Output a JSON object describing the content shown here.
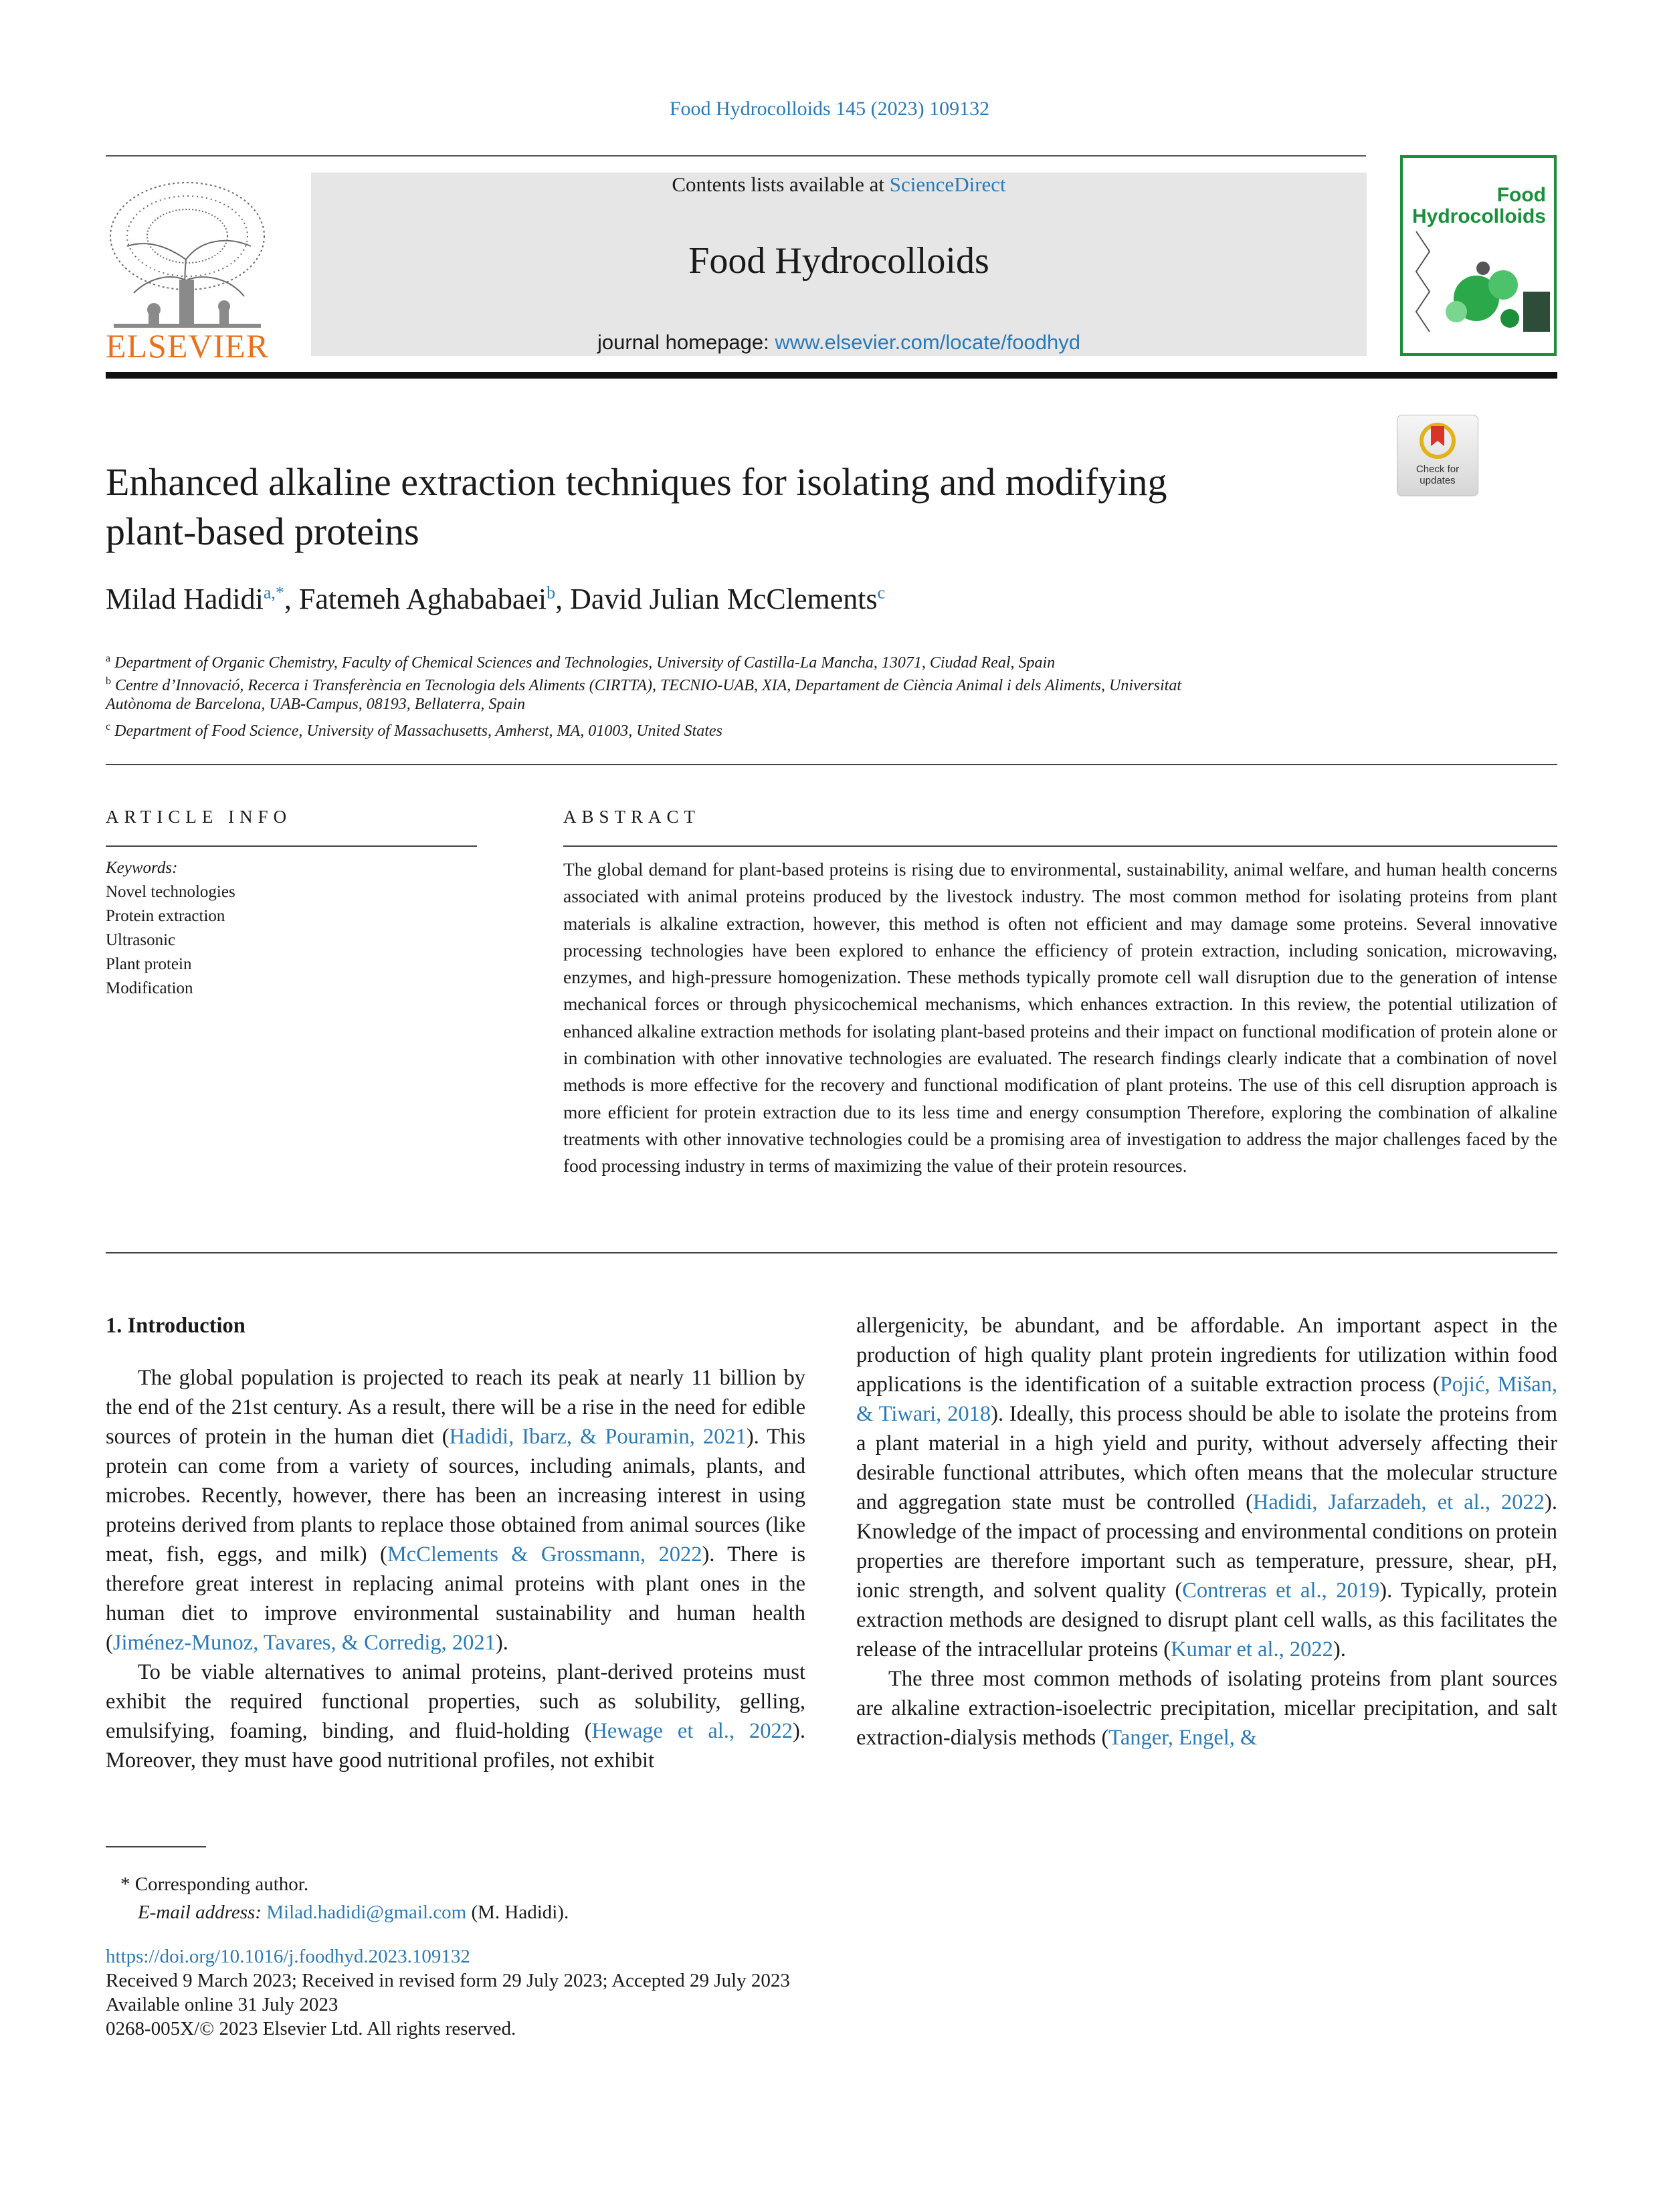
{
  "running_head": "Food Hydrocolloids 145 (2023) 109132",
  "masthead": {
    "contents_prefix": "Contents lists available at",
    "contents_link": "ScienceDirect",
    "journal_title": "Food Hydrocolloids",
    "homepage_prefix": "journal homepage:",
    "homepage_link": "www.elsevier.com/locate/foodhyd",
    "publisher_logo_text": "ELSEVIER",
    "cover_title_line1": "Food",
    "cover_title_line2": "Hydrocolloids",
    "check_updates": "Check for updates"
  },
  "article": {
    "title_line1": "Enhanced alkaline extraction techniques for isolating and modifying",
    "title_line2": "plant-based proteins",
    "authors": [
      {
        "name": "Milad Hadidi",
        "sup": "a,*"
      },
      {
        "name": "Fatemeh Aghababaei",
        "sup": "b"
      },
      {
        "name": "David Julian McClements",
        "sup": "c"
      }
    ],
    "affiliations": [
      {
        "sup": "a",
        "text": "Department of Organic Chemistry, Faculty of Chemical Sciences and Technologies, University of Castilla-La Mancha, 13071, Ciudad Real, Spain"
      },
      {
        "sup": "b",
        "text": "Centre d’Innovació, Recerca i Transferència en Tecnologia dels Aliments (CIRTTA), TECNIO-UAB, XIA, Departament de Ciència Animal i dels Aliments, Universitat"
      },
      {
        "sup": "",
        "text": "Autònoma de Barcelona, UAB-Campus, 08193, Bellaterra, Spain"
      },
      {
        "sup": "c",
        "text": "Department of Food Science, University of Massachusetts, Amherst, MA, 01003, United States"
      }
    ]
  },
  "article_info": {
    "heading": "ARTICLE INFO",
    "keywords_label": "Keywords:",
    "keywords": [
      "Novel technologies",
      "Protein extraction",
      "Ultrasonic",
      "Plant protein",
      "Modification"
    ]
  },
  "abstract": {
    "heading": "ABSTRACT",
    "text": "The global demand for plant-based proteins is rising due to environmental, sustainability, animal welfare, and human health concerns associated with animal proteins produced by the livestock industry. The most common method for isolating proteins from plant materials is alkaline extraction, however, this method is often not efficient and may damage some proteins. Several innovative processing technologies have been explored to enhance the efficiency of protein extraction, including sonication, microwaving, enzymes, and high-pressure homogenization. These methods typically promote cell wall disruption due to the generation of intense mechanical forces or through physicochemical mechanisms, which enhances extraction. In this review, the potential utilization of enhanced alkaline extraction methods for isolating plant-based proteins and their impact on functional modification of protein alone or in combination with other innovative technologies are evaluated. The research findings clearly indicate that a combination of novel methods is more effective for the recovery and functional modification of plant proteins. The use of this cell disruption approach is more efficient for protein extraction due to its less time and energy consumption Therefore, exploring the combination of alkaline treatments with other innovative technologies could be a promising area of investigation to address the major challenges faced by the food processing industry in terms of maximizing the value of their protein resources."
  },
  "body": {
    "intro_heading": "1.  Introduction",
    "p1_a": "The global population is projected to reach its peak at nearly 11 billion by the end of the 21st century. As a result, there will be a rise in the need for edible sources of protein in the human diet (",
    "p1_c1": "Hadidi, Ibarz, & Pouramin, 2021",
    "p1_b": "). This protein can come from a variety of sources, including animals, plants, and microbes. Recently, however, there has been an increasing interest in using proteins derived from plants to replace those obtained from animal sources (like meat, fish, eggs, and milk) (",
    "p1_c2": "McClements & Grossmann, 2022",
    "p1_c": "). There is therefore great interest in replacing animal proteins with plant ones in the human diet to improve environmental sustainability and human health (",
    "p1_c3": "Jiménez-Munoz, Tavares, & Corredig, 2021",
    "p1_d": ").",
    "p2_a": "To be viable alternatives to animal proteins, plant-derived proteins must exhibit the required functional properties, such as solubility, gelling, emulsifying, foaming, binding, and fluid-holding (",
    "p2_c1": "Hewage et al., 2022",
    "p2_b": "). Moreover, they must have good nutritional profiles, not exhibit",
    "r1_a": "allergenicity, be abundant, and be affordable. An important aspect in the production of high quality plant protein ingredients for utilization within food applications is the identification of a suitable extraction process (",
    "r1_c1": "Pojić, Mišan, & Tiwari, 2018",
    "r1_b": "). Ideally, this process should be able to isolate the proteins from a plant material in a high yield and purity, without adversely affecting their desirable functional attributes, which often means that the molecular structure and aggregation state must be controlled (",
    "r1_c2": "Hadidi, Jafarzadeh, et al., 2022",
    "r1_c": "). Knowledge of the impact of processing and environmental conditions on protein properties are therefore important such as temperature, pressure, shear, pH, ionic strength, and solvent quality (",
    "r1_c3": "Contreras et al., 2019",
    "r1_d": "). Typically, protein extraction methods are designed to disrupt plant cell walls, as this facilitates the release of the intracellular proteins (",
    "r1_c4": "Kumar et al., 2022",
    "r1_e": ").",
    "r2_a": "The three most common methods of isolating proteins from plant sources are alkaline extraction-isoelectric precipitation, micellar precipitation, and salt extraction-dialysis methods (",
    "r2_c1": "Tanger, Engel, &"
  },
  "footnotes": {
    "corresponding": "*  Corresponding author.",
    "email_label": "E-mail address:",
    "email": "Milad.hadidi@gmail.com",
    "email_suffix": "(M. Hadidi)."
  },
  "pubinfo": {
    "doi": "https://doi.org/10.1016/j.foodhyd.2023.109132",
    "received": "Received 9 March 2023; Received in revised form 29 July 2023; Accepted 29 July 2023",
    "online": "Available online 31 July 2023",
    "copyright": "0268-005X/© 2023 Elsevier Ltd. All rights reserved."
  },
  "colors": {
    "link": "#2a7ab8",
    "elsevier_orange": "#e9711c",
    "cover_green": "#1b8f3a"
  }
}
